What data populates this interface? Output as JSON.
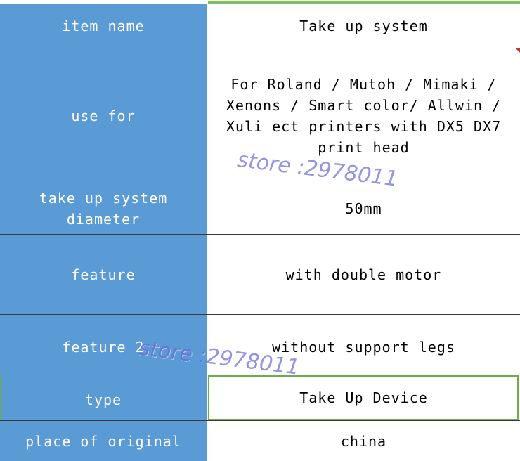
{
  "table": {
    "rows": [
      {
        "label": "item name",
        "value": "Take up system"
      },
      {
        "label": "use for",
        "value": "For  Roland / Mutoh / Mimaki / Xenons / Smart color/ Allwin / Xuli ect printers with DX5 DX7 print head"
      },
      {
        "label": "take up system diameter",
        "value": "50mm"
      },
      {
        "label": "feature",
        "value": "with double motor"
      },
      {
        "label": "feature 2",
        "value": "without support legs"
      },
      {
        "label": "type",
        "value": "Take Up Device"
      },
      {
        "label": "place of original",
        "value": "china"
      }
    ]
  },
  "watermarks": [
    "store :2978011",
    "store :2978011"
  ],
  "colors": {
    "label_bg": "#5b9bd5",
    "selection_green": "#70ad47",
    "watermark": "#6b6bd8"
  }
}
